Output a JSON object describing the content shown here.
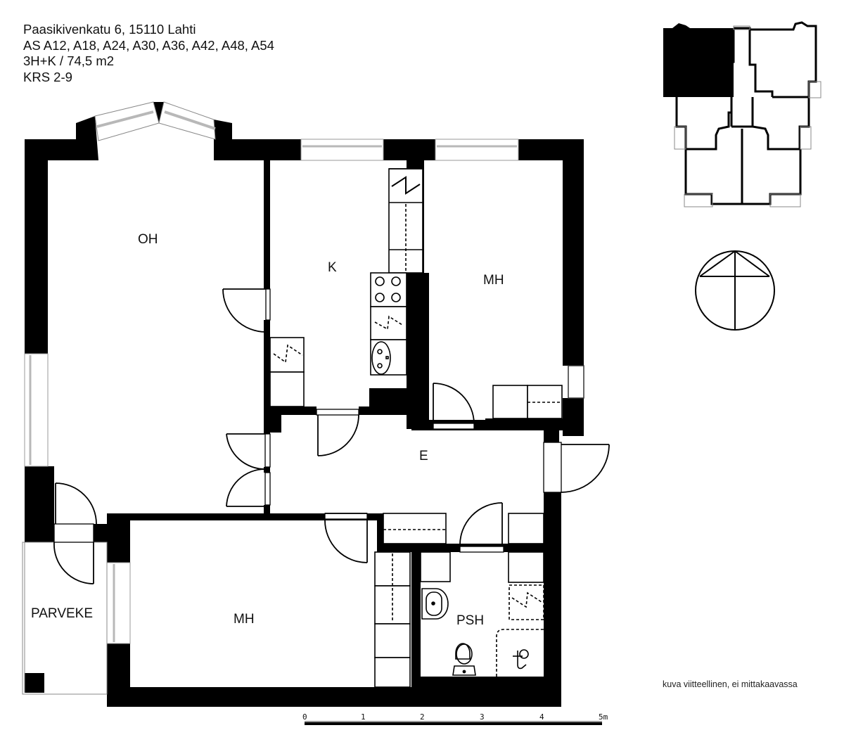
{
  "header": {
    "address": "Paasikivenkatu 6, 15110 Lahti",
    "apartments": "AS A12, A18, A24, A30, A36, A42, A48, A54",
    "type_area": "3H+K / 74,5 m2",
    "floors": "KRS 2-9"
  },
  "rooms": {
    "living_room": "OH",
    "kitchen": "K",
    "bedroom_1": "MH",
    "hallway": "E",
    "bedroom_2": "MH",
    "bathroom": "PSH",
    "balcony": "PARVEKE"
  },
  "scale_bar": {
    "ticks": [
      "0",
      "1",
      "2",
      "3",
      "4",
      "5m"
    ]
  },
  "disclaimer": "kuva viitteellinen, ei mittakaavassa",
  "colors": {
    "wall": "#000000",
    "window_glass": "#b8b8b8",
    "background": "#ffffff"
  }
}
